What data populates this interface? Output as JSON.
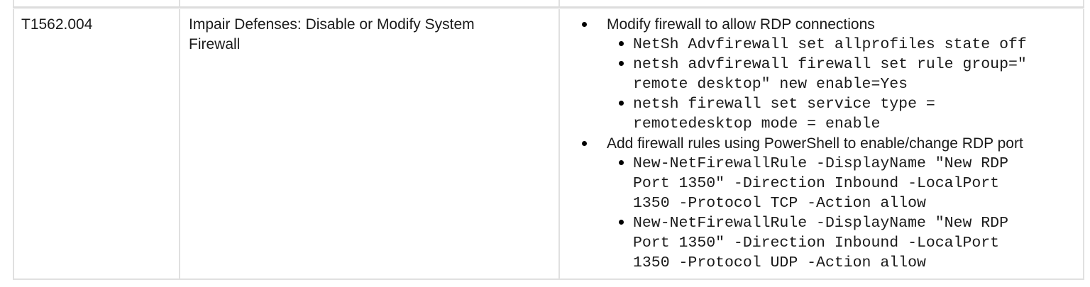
{
  "table": {
    "border_color": "#e0e0e0",
    "text_color": "#1a1a1a",
    "row": {
      "technique_id": "T1562.004",
      "technique_name": "Impair Defenses: Disable or Modify System\nFirewall",
      "details": [
        {
          "text": "Modify firewall to allow RDP connections",
          "commands": [
            "NetSh Advfirewall set allprofiles state off",
            "netsh advfirewall firewall set rule group=\"\nremote desktop\" new enable=Yes",
            "netsh firewall set service type =\nremotedesktop mode = enable"
          ]
        },
        {
          "text": "Add firewall rules using PowerShell to enable/change RDP port",
          "commands": [
            "New-NetFirewallRule -DisplayName \"New RDP\nPort 1350\" -Direction Inbound -LocalPort\n1350 -Protocol TCP -Action allow",
            "New-NetFirewallRule -DisplayName \"New RDP\nPort 1350\" -Direction Inbound -LocalPort\n1350 -Protocol UDP -Action allow"
          ]
        }
      ]
    }
  }
}
